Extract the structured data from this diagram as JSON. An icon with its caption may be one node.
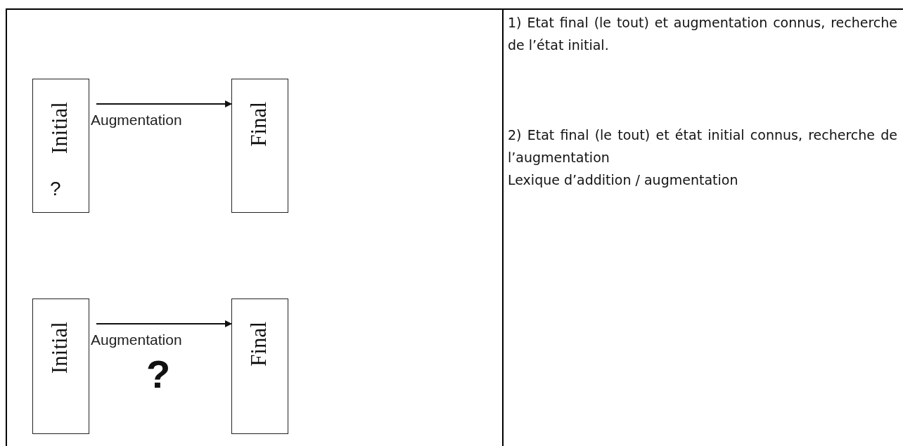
{
  "diagram": {
    "nodes": [
      {
        "text": [
          "Initial",
          "?"
        ]
      },
      {
        "text": [
          "Final"
        ]
      },
      {
        "text": [
          "Initial"
        ]
      },
      {
        "text": [
          "Final"
        ]
      }
    ],
    "edges": [
      {
        "from": 0,
        "to": 1,
        "arrow": "to",
        "label": "Augmentation"
      },
      {
        "from": 2,
        "to": 3,
        "arrow": "to",
        "label": "Augmentation"
      }
    ],
    "labels": [
      "1) Etat final (le tout) et augmentation connus, recherche de l’état initial.",
      "2) Etat final (le tout) et état initial connus, recherche de l’augmentation",
      "Lexique d’addition / augmentation",
      "?"
    ]
  }
}
